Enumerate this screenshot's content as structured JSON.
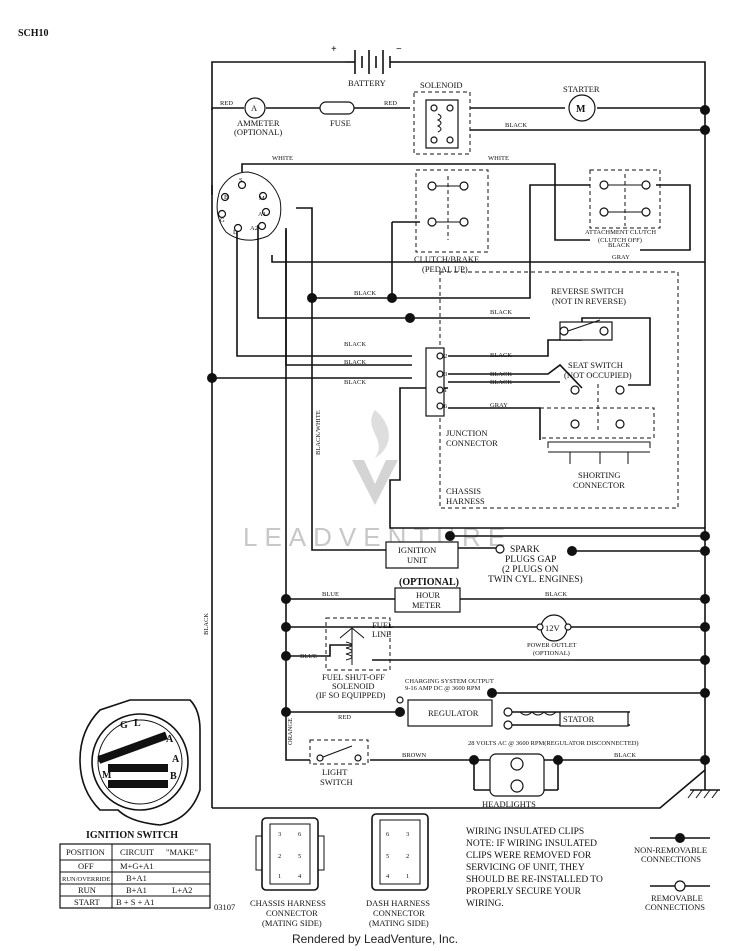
{
  "sheet_id": "SCH10",
  "diagram_no": "03107",
  "watermark": "LEADVENTURE",
  "footer": "Rendered by LeadVenture, Inc.",
  "components": {
    "battery": "BATTERY",
    "battery_pos": "+",
    "battery_neg": "−",
    "solenoid": "SOLENOID",
    "starter": "STARTER",
    "starter_symbol": "M",
    "ammeter_symbol": "A",
    "ammeter": "AMMETER",
    "ammeter_opt": "(OPTIONAL)",
    "fuse": "FUSE",
    "clutch_brake": "CLUTCH/BRAKE",
    "clutch_brake_state": "(PEDAL UP)",
    "attachment_clutch": "ATTACHMENT CLUTCH",
    "attachment_clutch_state": "(CLUTCH OFF)",
    "reverse_switch": "REVERSE SWITCH",
    "reverse_switch_state": "(NOT IN REVERSE)",
    "seat_switch": "SEAT SWITCH",
    "seat_switch_state": "(NOT OCCUPIED)",
    "junction_l1": "JUNCTION",
    "junction_l2": "CONNECTOR",
    "shorting_l1": "SHORTING",
    "shorting_l2": "CONNECTOR",
    "chassis_l1": "CHASSIS",
    "chassis_l2": "HARNESS",
    "ignition_unit_l1": "IGNITION",
    "ignition_unit_l2": "UNIT",
    "spark_l1": "SPARK",
    "spark_l2": "PLUGS GAP",
    "spark_l3": "(2 PLUGS ON",
    "spark_l4": "TWIN CYL. ENGINES)",
    "hour_meter_opt": "(OPTIONAL)",
    "hour_meter_l1": "HOUR",
    "hour_meter_l2": "METER",
    "fuel_line_l1": "FUEL",
    "fuel_line_l2": "LINE",
    "fuel_sol_l1": "FUEL SHUT-OFF",
    "fuel_sol_l2": "SOLENOID",
    "fuel_sol_l3": "(IF SO EQUIPPED)",
    "power_outlet_symbol": "12V",
    "power_outlet": "POWER OUTLET",
    "power_outlet_opt": "(OPTIONAL)",
    "charging_l1": "CHARGING SYSTEM OUTPUT",
    "charging_l2": "9-16 AMP DC @ 3600 RPM",
    "regulator": "REGULATOR",
    "stator": "STATOR",
    "stator_note": "28 VOLTS AC @ 3600 RPM(REGULATOR DISCONNECTED)",
    "light_switch_l1": "LIGHT",
    "light_switch_l2": "SWITCH",
    "headlights": "HEADLIGHTS"
  },
  "wire_labels": {
    "red": "RED",
    "black": "BLACK",
    "white": "WHITE",
    "gray": "GRAY",
    "blue": "BLUE",
    "orange": "ORANGE",
    "brown": "BROWN",
    "black_white": "BLACK/WHITE"
  },
  "ignition_terminals": [
    "B",
    "S",
    "M",
    "G",
    "L",
    "A1",
    "A2"
  ],
  "junction_pins": [
    "2",
    "3",
    "1",
    "6"
  ],
  "ignition_switch": {
    "title": "IGNITION SWITCH",
    "headers": [
      "POSITION",
      "CIRCUIT",
      "\"MAKE\""
    ],
    "rows": [
      [
        "OFF",
        "M+G+A1",
        ""
      ],
      [
        "RUN/OVERRIDE",
        "B+A1",
        ""
      ],
      [
        "RUN",
        "B+A1",
        "L+A2"
      ],
      [
        "START",
        "B + S + A1",
        ""
      ]
    ]
  },
  "connectors": {
    "chassis_l1": "CHASSIS HARNESS",
    "chassis_l2": "CONNECTOR",
    "chassis_l3": "(MATING SIDE)",
    "chassis_pins": [
      "3",
      "6",
      "2",
      "5",
      "1",
      "4"
    ],
    "dash_l1": "DASH HARNESS",
    "dash_l2": "CONNECTOR",
    "dash_l3": "(MATING SIDE)",
    "dash_pins": [
      "6",
      "3",
      "5",
      "2",
      "4",
      "1"
    ]
  },
  "notes": {
    "clips_title": "WIRING INSULATED CLIPS",
    "note_lines": [
      "NOTE:  IF WIRING INSULATED",
      "CLIPS WERE REMOVED FOR",
      "SERVICING OF UNIT, THEY",
      "SHOULD BE RE-INSTALLED TO",
      "PROPERLY SECURE YOUR",
      " WIRING."
    ]
  },
  "legend": {
    "non_removable_l1": "NON-REMOVABLE",
    "non_removable_l2": "CONNECTIONS",
    "removable_l1": "REMOVABLE",
    "removable_l2": "CONNECTIONS"
  }
}
